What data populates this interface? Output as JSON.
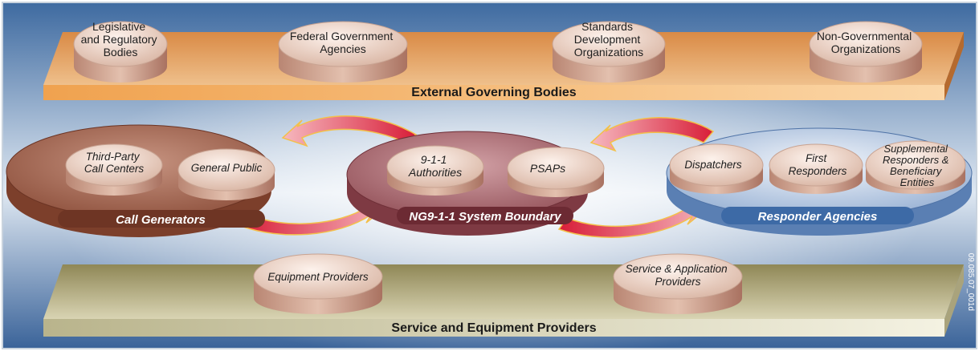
{
  "external_governing": {
    "bar_label": "External Governing Bodies",
    "disks": [
      [
        "Legislative",
        "and Regulatory",
        "Bodies"
      ],
      [
        "Federal Government",
        "Agencies"
      ],
      [
        "Standards",
        "Development",
        "Organizations"
      ],
      [
        "Non-Governmental",
        "Organizations"
      ]
    ]
  },
  "call_generators": {
    "bar_label": "Call Generators",
    "disks": [
      [
        "Third-Party",
        "Call Centers"
      ],
      [
        "General Public"
      ]
    ]
  },
  "ng911": {
    "bar_label": "NG9-1-1 System Boundary",
    "disks": [
      [
        "9-1-1",
        "Authorities"
      ],
      [
        "PSAPs"
      ]
    ]
  },
  "responder_agencies": {
    "bar_label": "Responder Agencies",
    "disks": [
      [
        "Dispatchers"
      ],
      [
        "First",
        "Responders"
      ],
      [
        "Supplemental",
        "Responders &",
        "Beneficiary",
        "Entities"
      ]
    ]
  },
  "service_equipment": {
    "bar_label": "Service and Equipment Providers",
    "disks": [
      [
        "Equipment Providers"
      ],
      [
        "Service & Application",
        "Providers"
      ]
    ]
  },
  "figure_id": "09.085.07_001d",
  "colors": {
    "background_top": "#2f5c92",
    "background_mid": "#eef3f8",
    "orange_platform": "#e4a05e",
    "brown_platform": "#9a5a44",
    "mauve_platform": "#a8656c",
    "blue_platform": "#7b9cc9",
    "olive_platform": "#8f8a5e",
    "arrow_red": "#d8203a"
  }
}
